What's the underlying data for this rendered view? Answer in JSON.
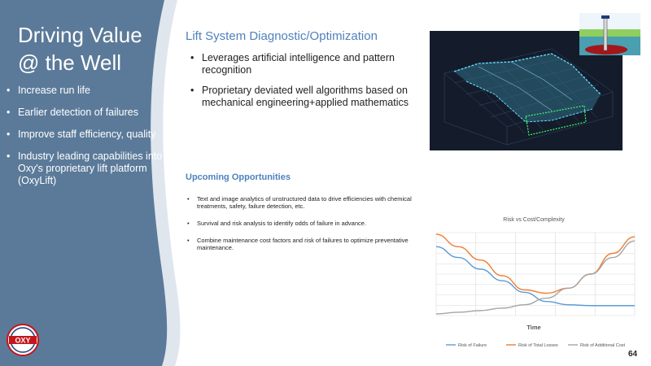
{
  "sidebar": {
    "title_line1": "Driving Value",
    "title_line2": "@ the Well",
    "items": [
      {
        "label": "Increase run life"
      },
      {
        "label": "Earlier detection of failures"
      },
      {
        "label": "Improve staff efficiency, quality"
      },
      {
        "label": "Industry leading capabilities into Oxy's proprietary lift platform (OxyLift)"
      }
    ],
    "logo_text": "OXY"
  },
  "main": {
    "title": "Lift System Diagnostic/Optimization",
    "bullets": [
      {
        "label": "Leverages artificial intelligence and pattern recognition"
      },
      {
        "label": "Proprietary deviated well algorithms based on mechanical engineering+applied mathematics"
      }
    ]
  },
  "opportunities": {
    "title": "Upcoming Opportunities",
    "bullets": [
      {
        "label": "Text and image analytics of unstructured data to drive efficiencies with chemical treatments, safety, failure detection, etc."
      },
      {
        "label": "Survival and risk analysis to identify odds of failure in advance."
      },
      {
        "label": "Combine maintenance cost factors and risk of failures to optimize preventative maintenance."
      }
    ]
  },
  "page_number": "64",
  "colors": {
    "sidebar": "#5b7a99",
    "accent": "#4f81bd",
    "failure": "#5b9bd5",
    "losses": "#ed7d31",
    "cost": "#a5a5a5"
  },
  "chart_data": {
    "type": "line",
    "title": "Risk vs Cost/Complexity",
    "xlabel": "Time",
    "ylabel": "",
    "x": [
      0,
      1,
      2,
      3,
      4,
      5,
      6,
      7,
      8,
      9
    ],
    "xlim": [
      0,
      9
    ],
    "ylim": [
      0,
      10
    ],
    "grid": true,
    "legend": "bottom",
    "series": [
      {
        "name": "Risk of Failure",
        "color": "#5b9bd5",
        "values": [
          8.3,
          7.0,
          5.6,
          4.2,
          2.8,
          1.7,
          1.3,
          1.2,
          1.2,
          1.2
        ]
      },
      {
        "name": "Risk of Total Losses",
        "color": "#ed7d31",
        "values": [
          9.8,
          8.3,
          6.7,
          4.8,
          3.1,
          2.7,
          3.3,
          5.0,
          7.5,
          9.5
        ]
      },
      {
        "name": "Risk of Additional Cost",
        "color": "#a5a5a5",
        "values": [
          0.2,
          0.4,
          0.6,
          0.9,
          1.3,
          2.1,
          3.3,
          5.0,
          7.0,
          9.0
        ]
      }
    ]
  }
}
